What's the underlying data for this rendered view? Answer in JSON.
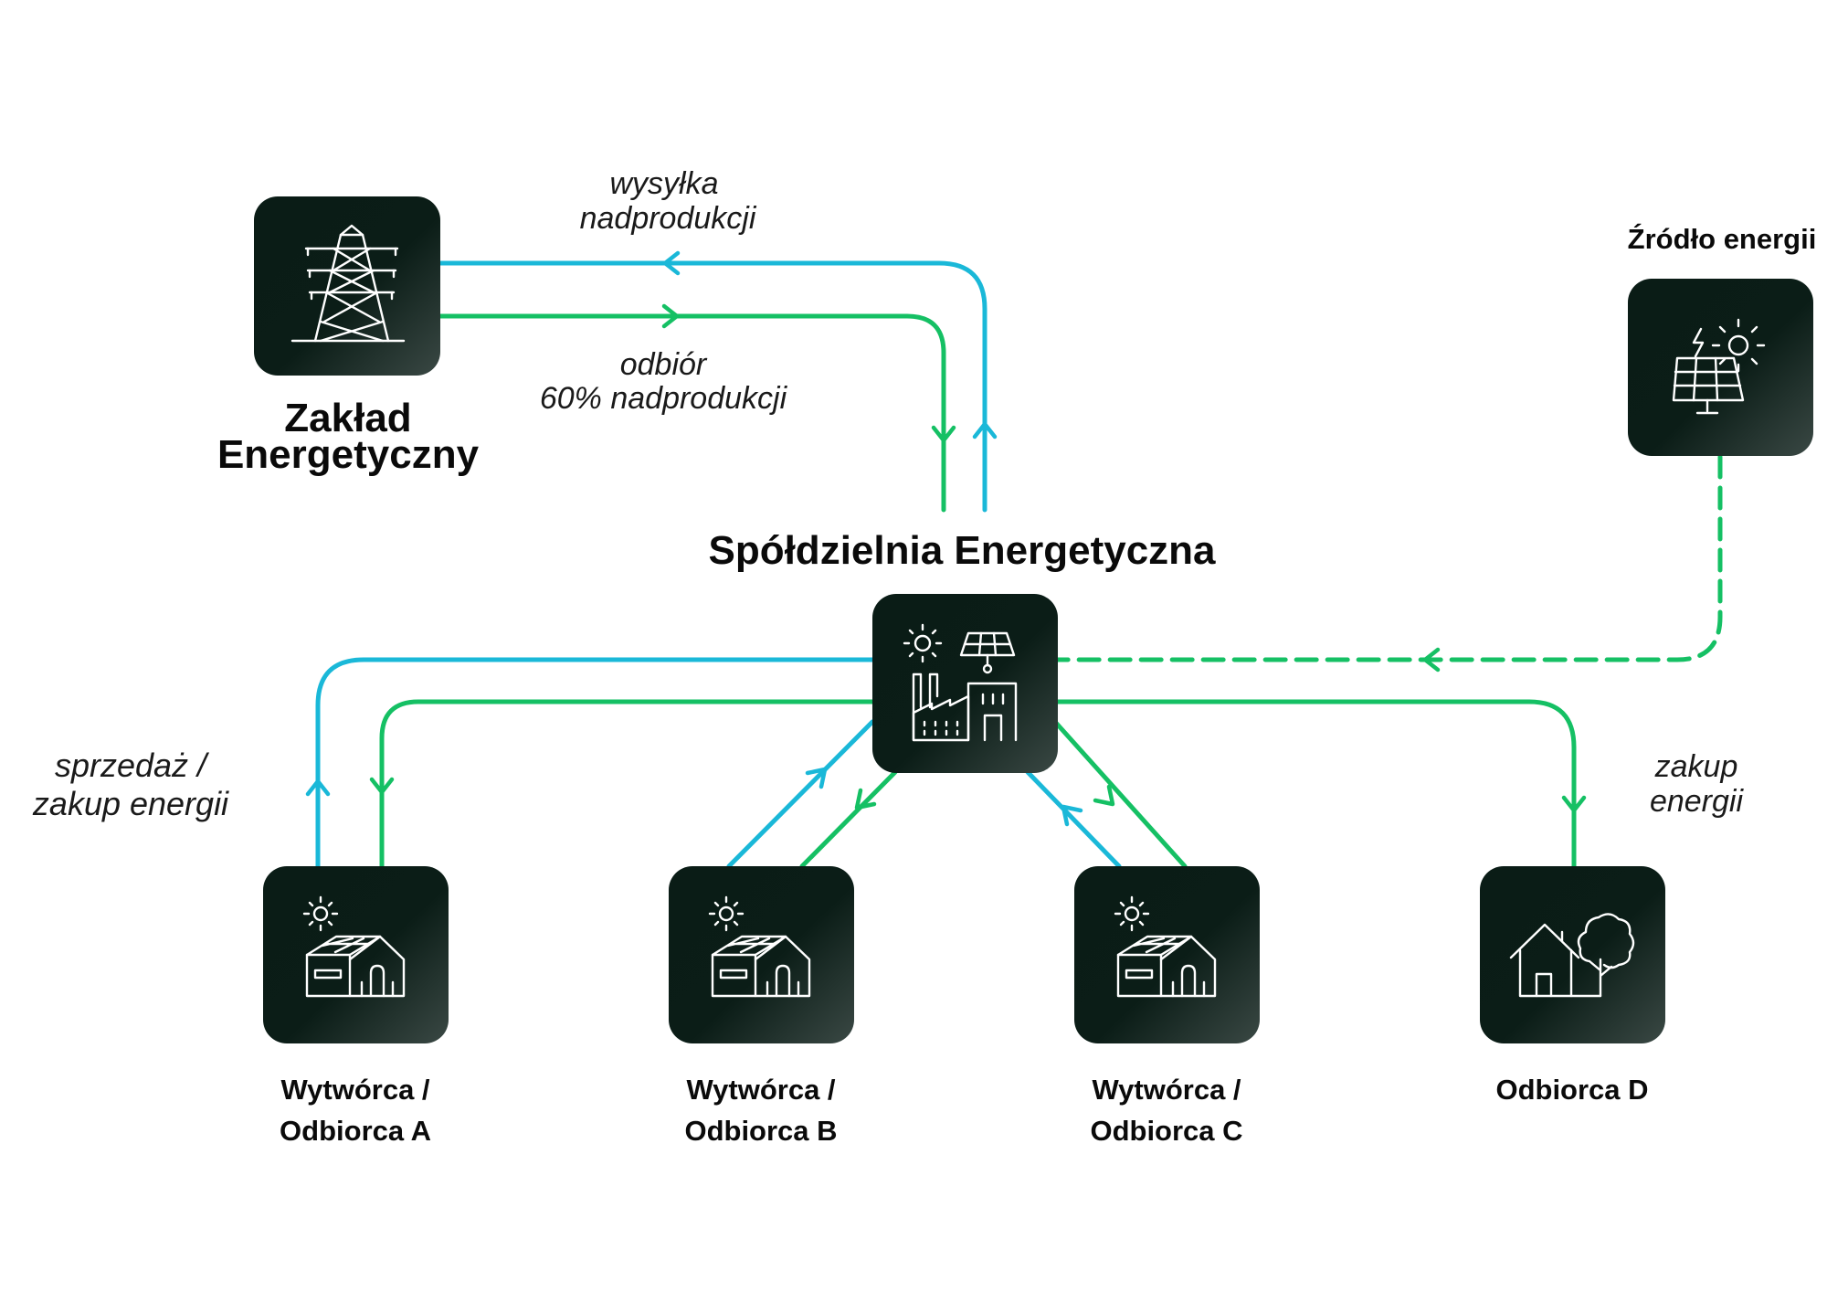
{
  "colors": {
    "blue": "#1ab8d8",
    "green": "#15c064",
    "box_dark": "#071a14",
    "box_light": "#3c4a46"
  },
  "nodes": {
    "utility": {
      "line1": "Zakład",
      "line2": "Energetyczny",
      "icon": "power-pylon-icon"
    },
    "source": {
      "label": "Źródło energii",
      "icon": "solar-panel-sun-icon"
    },
    "coop": {
      "label": "Spółdzielnia Energetyczna",
      "icon": "factory-solar-icon"
    },
    "a": {
      "line1": "Wytwórca /",
      "line2": "Odbiorca A",
      "icon": "solar-house-icon"
    },
    "b": {
      "line1": "Wytwórca /",
      "line2": "Odbiorca B",
      "icon": "solar-house-icon"
    },
    "c": {
      "line1": "Wytwórca /",
      "line2": "Odbiorca C",
      "icon": "solar-house-icon"
    },
    "d": {
      "label": "Odbiorca D",
      "icon": "house-tree-icon"
    }
  },
  "flows": {
    "export": {
      "line1": "wysyłka",
      "line2": "nadprodukcji"
    },
    "intake": {
      "line1": "odbiór",
      "line2": "60% nadprodukcji"
    },
    "trade": {
      "line1": "sprzedaż /",
      "line2": "zakup energii"
    },
    "purchase": {
      "line1": "zakup",
      "line2": "energii"
    }
  }
}
